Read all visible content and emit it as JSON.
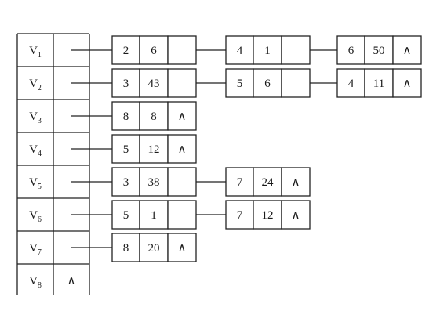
{
  "adjacency_list": {
    "null_symbol": "∧",
    "head_nodes": [
      {
        "vertex": "V",
        "index": "1",
        "next": "pointer",
        "edges": [
          {
            "adjvex": "2",
            "weight": "6",
            "next": "pointer"
          },
          {
            "adjvex": "4",
            "weight": "1",
            "next": "pointer"
          },
          {
            "adjvex": "6",
            "weight": "50",
            "next": "∧"
          }
        ]
      },
      {
        "vertex": "V",
        "index": "2",
        "next": "pointer",
        "edges": [
          {
            "adjvex": "3",
            "weight": "43",
            "next": "pointer"
          },
          {
            "adjvex": "5",
            "weight": "6",
            "next": "pointer"
          },
          {
            "adjvex": "4",
            "weight": "11",
            "next": "∧"
          }
        ]
      },
      {
        "vertex": "V",
        "index": "3",
        "next": "pointer",
        "edges": [
          {
            "adjvex": "8",
            "weight": "8",
            "next": "∧"
          }
        ]
      },
      {
        "vertex": "V",
        "index": "4",
        "next": "pointer",
        "edges": [
          {
            "adjvex": "5",
            "weight": "12",
            "next": "∧"
          }
        ]
      },
      {
        "vertex": "V",
        "index": "5",
        "next": "pointer",
        "edges": [
          {
            "adjvex": "3",
            "weight": "38",
            "next": "pointer"
          },
          {
            "adjvex": "7",
            "weight": "24",
            "next": "∧"
          }
        ]
      },
      {
        "vertex": "V",
        "index": "6",
        "next": "pointer",
        "edges": [
          {
            "adjvex": "5",
            "weight": "1",
            "next": "pointer"
          },
          {
            "adjvex": "7",
            "weight": "12",
            "next": "∧"
          }
        ]
      },
      {
        "vertex": "V",
        "index": "7",
        "next": "pointer",
        "edges": [
          {
            "adjvex": "8",
            "weight": "20",
            "next": "∧"
          }
        ]
      },
      {
        "vertex": "V",
        "index": "8",
        "next": "∧",
        "edges": []
      }
    ]
  }
}
